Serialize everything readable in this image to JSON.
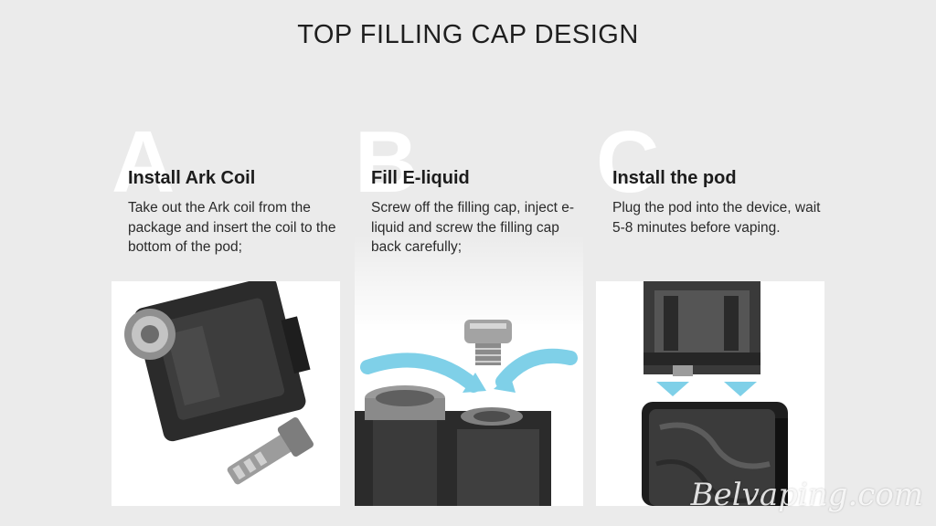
{
  "page": {
    "title": "TOP FILLING CAP DESIGN",
    "watermark": "Belvaping.com"
  },
  "steps": [
    {
      "letter": "A",
      "title": "Install Ark Coil",
      "description": "Take out the Ark coil from the package and insert the coil to the bottom of the pod;",
      "image": "pod-with-coil-illustration"
    },
    {
      "letter": "B",
      "title": "Fill E-liquid",
      "description": "Screw off the filling cap, inject e-liquid and screw the filling cap back carefully;",
      "image": "filling-cap-illustration"
    },
    {
      "letter": "C",
      "title": "Install the pod",
      "description": "Plug the pod into the device, wait 5-8 minutes before vaping.",
      "image": "pod-into-device-illustration"
    }
  ],
  "colors": {
    "background": "#ebebeb",
    "arrow": "#7fd0e8",
    "pod_dark": "#2b2b2b",
    "metal": "#a7a7a7"
  }
}
